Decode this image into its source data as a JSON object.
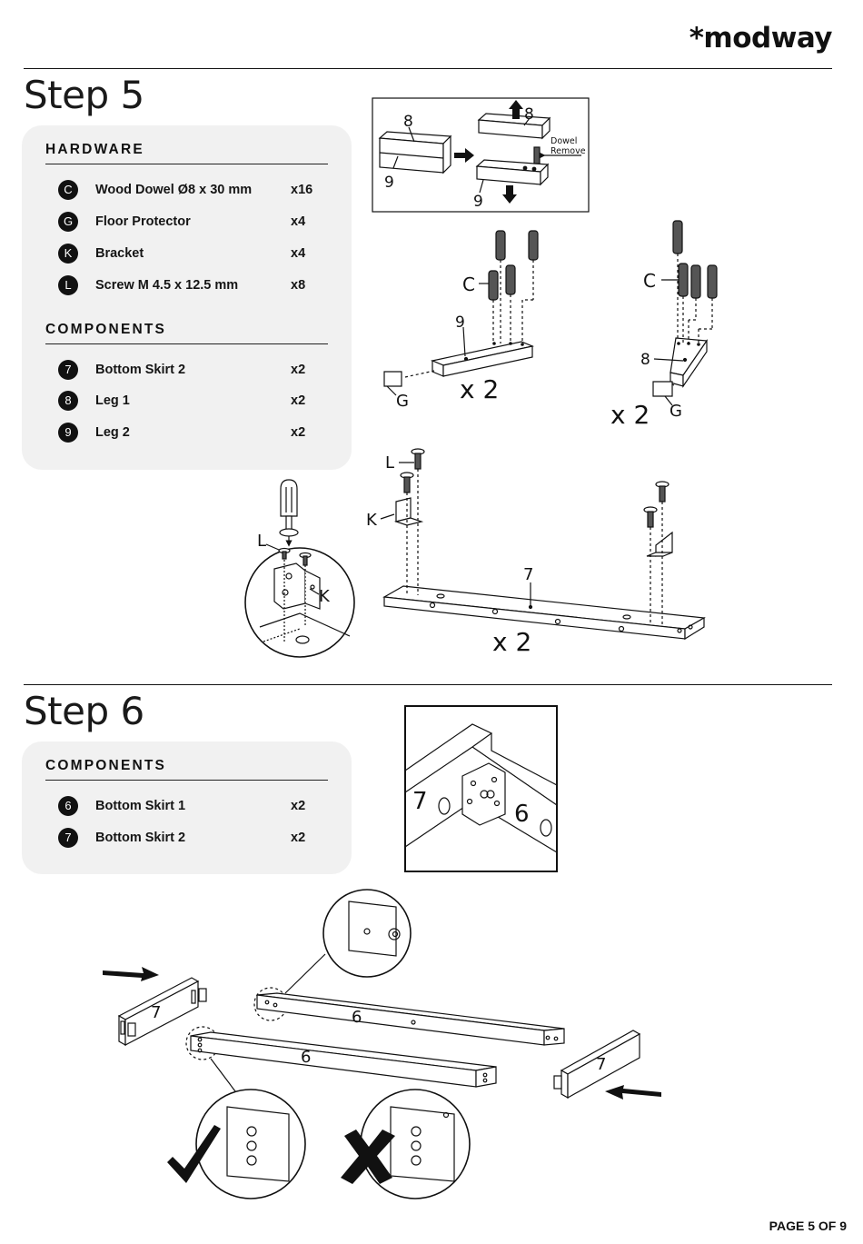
{
  "brand": {
    "logo_text": "*modway"
  },
  "step5": {
    "title": "Step 5",
    "hardware": {
      "heading": "HARDWARE",
      "items": [
        {
          "badge": "C",
          "name": "Wood Dowel Ø8 x 30 mm",
          "qty": "x16"
        },
        {
          "badge": "G",
          "name": "Floor Protector",
          "qty": "x4"
        },
        {
          "badge": "K",
          "name": "Bracket",
          "qty": "x4"
        },
        {
          "badge": "L",
          "name": "Screw M 4.5 x 12.5 mm",
          "qty": "x8"
        }
      ]
    },
    "components": {
      "heading": "COMPONENTS",
      "items": [
        {
          "badge": "7",
          "name": "Bottom Skirt 2",
          "qty": "x2"
        },
        {
          "badge": "8",
          "name": "Leg 1",
          "qty": "x2"
        },
        {
          "badge": "9",
          "name": "Leg 2",
          "qty": "x2"
        }
      ]
    },
    "diagram_labels": {
      "part8": "8",
      "part9": "9",
      "dowel_remove_line1": "Dowel",
      "dowel_remove_line2": "Remove",
      "dowel": "C",
      "floor_protector": "G",
      "bracket": "K",
      "screw": "L",
      "skirt2": "7",
      "qty_x2": "x 2"
    }
  },
  "step6": {
    "title": "Step 6",
    "components": {
      "heading": "COMPONENTS",
      "items": [
        {
          "badge": "6",
          "name": "Bottom Skirt 1",
          "qty": "x2"
        },
        {
          "badge": "7",
          "name": "Bottom Skirt 2",
          "qty": "x2"
        }
      ]
    },
    "diagram_labels": {
      "skirt1": "6",
      "skirt2": "7"
    }
  },
  "footer": {
    "page_label": "PAGE 5 OF 9"
  }
}
